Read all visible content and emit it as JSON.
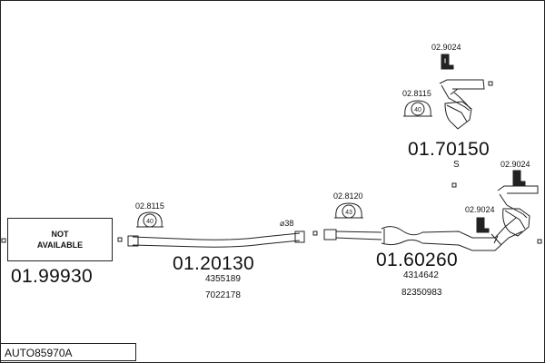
{
  "diagram": {
    "not_available_line1": "NOT",
    "not_available_line2": "AVAILABLE",
    "part_codes": {
      "front_section": "01.99930",
      "center_pipe": "01.20130",
      "middle_silencer": "01.60260",
      "rear_silencer": "01.70150"
    },
    "oem_numbers": {
      "center_pipe": [
        "4355189",
        "7022178"
      ],
      "middle_silencer": [
        "4314642",
        "82350983"
      ]
    },
    "rear_variant": "S",
    "accessories": {
      "clamp_center": {
        "code": "02.8115",
        "size": "40"
      },
      "clamp_middle": {
        "code": "02.8120",
        "size": "43"
      },
      "clamp_rear": {
        "code": "02.8115",
        "size": "40"
      },
      "hanger_rear_top": "02.9024",
      "hanger_middle_right": "02.9024",
      "hanger_middle_lower": "02.9024"
    },
    "pipe_diameter": "⌀38",
    "footer_code": "AUTO85970A"
  }
}
